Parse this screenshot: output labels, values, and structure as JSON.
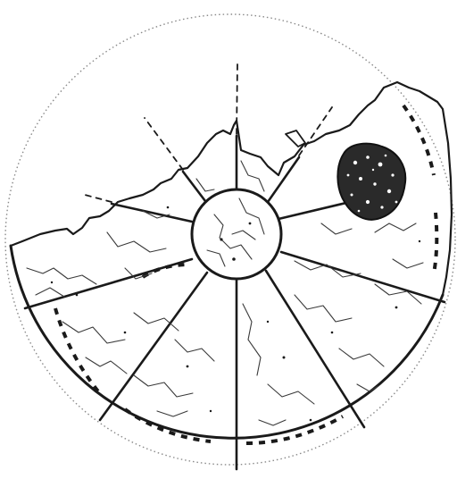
{
  "figure": {
    "kind": "circular sectioned diagram",
    "sections": [
      "top-left",
      "top",
      "top-right",
      "right",
      "bottom-right",
      "bottom",
      "bottom-left",
      "left"
    ],
    "features": [
      "central-hub",
      "broken-edge",
      "dotted-circle-outline",
      "heavy-dashed-arcs",
      "blob-mass",
      "arrow-marker",
      "dashed-radial-lines"
    ],
    "ink_color": "#1a1a1a",
    "paper_color": "#ffffff"
  }
}
